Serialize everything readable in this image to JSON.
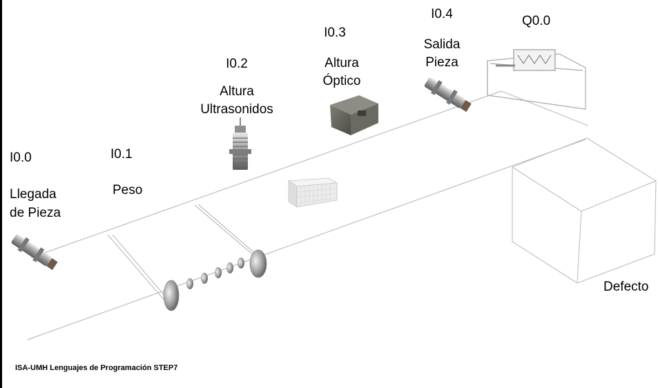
{
  "sensors": [
    {
      "address": "I0.0",
      "name_lines": [
        "Llegada",
        "de Pieza"
      ]
    },
    {
      "address": "I0.1",
      "name_lines": [
        "Peso"
      ]
    },
    {
      "address": "I0.2",
      "name_lines": [
        "Altura",
        "Ultrasonidos"
      ]
    },
    {
      "address": "I0.3",
      "name_lines": [
        "Altura",
        "Óptico"
      ]
    },
    {
      "address": "I0.4",
      "name_lines": [
        "Salida",
        "Pieza"
      ]
    }
  ],
  "actuator": {
    "address": "Q0.0"
  },
  "defect_bin": {
    "label": "Defecto"
  },
  "footer": {
    "text": "ISA-UMH  Lenguajes de Programación STEP7"
  }
}
